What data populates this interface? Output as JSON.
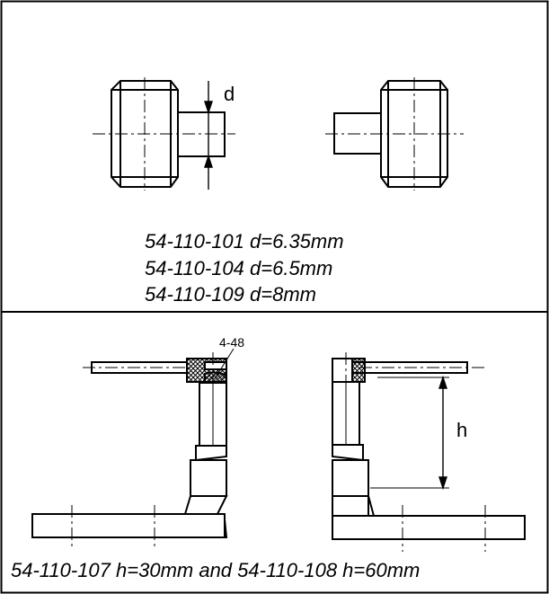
{
  "top_panel": {
    "dimension_label": "d",
    "captions": [
      "54-110-101  d=6.35mm",
      "54-110-104  d=6.5mm",
      "54-110-109  d=8mm"
    ]
  },
  "bottom_panel": {
    "part_label": "4-48",
    "dimension_label": "h",
    "caption": "54-110-107 h=30mm and 54-110-108 h=60mm"
  },
  "colors": {
    "ink": "#000000",
    "background": "#ffffff"
  }
}
